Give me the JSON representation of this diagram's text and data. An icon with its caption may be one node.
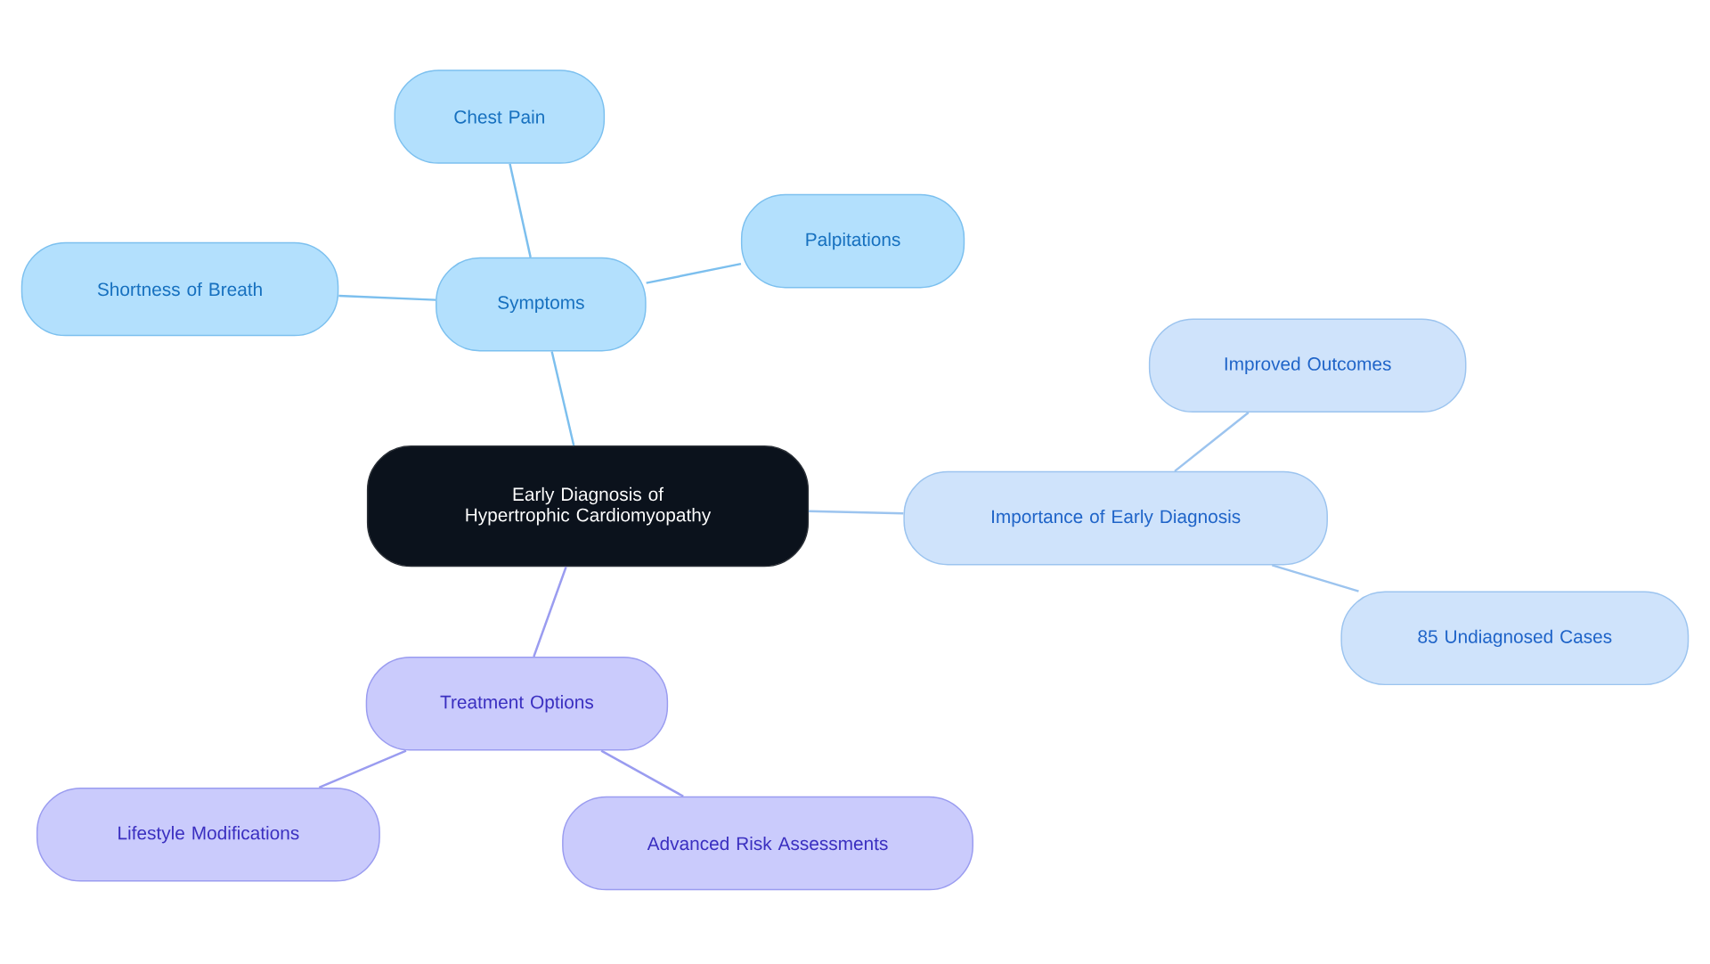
{
  "diagram": {
    "nodes": [
      {
        "text": [
          "Early Diagnosis of Hypertrophic Cardiomyopathy"
        ]
      },
      {
        "text": [
          "Symptoms"
        ]
      },
      {
        "text": [
          "Chest Pain"
        ]
      },
      {
        "text": [
          "Palpitations"
        ]
      },
      {
        "text": [
          "Shortness of Breath"
        ]
      },
      {
        "text": [
          "Importance of Early Diagnosis"
        ]
      },
      {
        "text": [
          "Improved Outcomes"
        ]
      },
      {
        "text": [
          "85 Undiagnosed Cases"
        ]
      },
      {
        "text": [
          "Treatment Options"
        ]
      },
      {
        "text": [
          "Lifestyle Modifications"
        ]
      },
      {
        "text": [
          "Advanced Risk Assessments"
        ]
      }
    ],
    "edges": [
      {
        "from": 0,
        "to": 1,
        "arrow": "none"
      },
      {
        "from": 1,
        "to": 2,
        "arrow": "none"
      },
      {
        "from": 1,
        "to": 3,
        "arrow": "none"
      },
      {
        "from": 1,
        "to": 4,
        "arrow": "none"
      },
      {
        "from": 0,
        "to": 5,
        "arrow": "none",
        "color": "#9cc4ef"
      },
      {
        "from": 5,
        "to": 6,
        "arrow": "none",
        "color": "#9cc4ef"
      },
      {
        "from": 5,
        "to": 7,
        "arrow": "none",
        "color": "#9cc4ef"
      },
      {
        "from": 0,
        "to": 8,
        "arrow": "none",
        "color": "#9a9cf0"
      },
      {
        "from": 8,
        "to": 9,
        "arrow": "none",
        "color": "#9a9cf0"
      },
      {
        "from": 8,
        "to": 10,
        "arrow": "none",
        "color": "#9a9cf0"
      }
    ]
  }
}
